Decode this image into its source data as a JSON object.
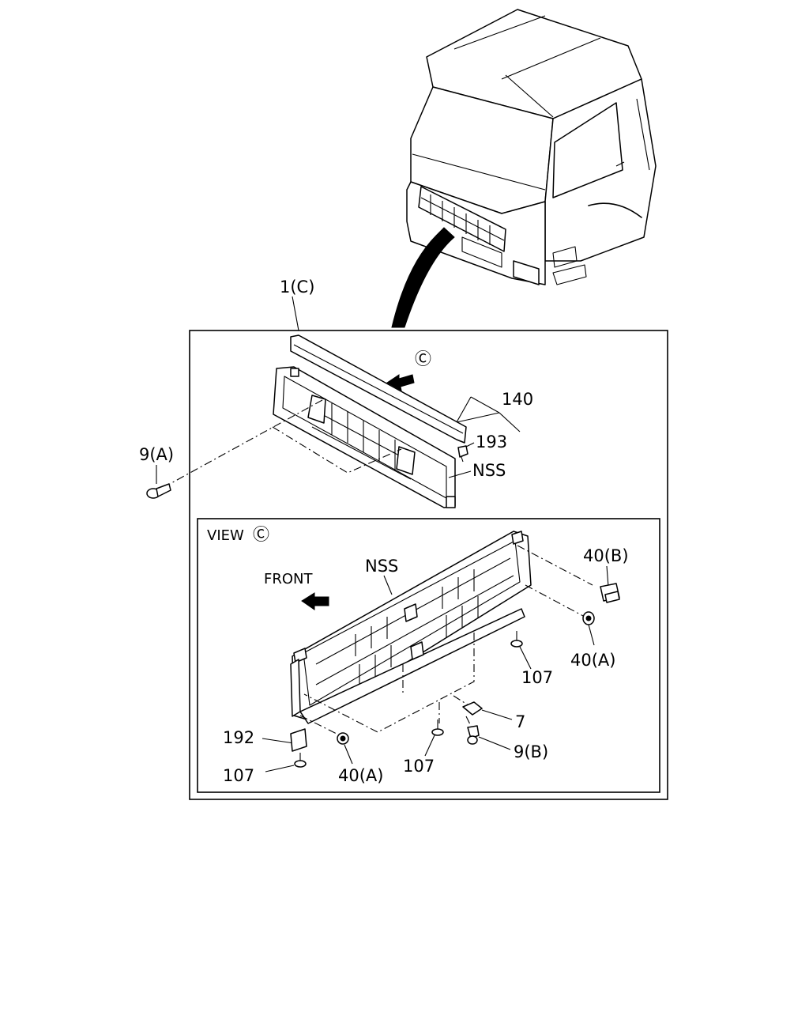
{
  "callouts": {
    "assembly": "1(C)",
    "view_marker": "Ⓒ",
    "part_140": "140",
    "part_193": "193",
    "part_nss_top": "NSS",
    "part_9a": "9(A)",
    "view_title": "VIEW",
    "view_title_marker": "Ⓒ",
    "front": "FRONT",
    "part_nss_view": "NSS",
    "part_40b": "40(B)",
    "part_40a_right": "40(A)",
    "part_107_right": "107",
    "part_7": "7",
    "part_9b": "9(B)",
    "part_107_center": "107",
    "part_40a_bottom": "40(A)",
    "part_192": "192",
    "part_107_left": "107"
  }
}
